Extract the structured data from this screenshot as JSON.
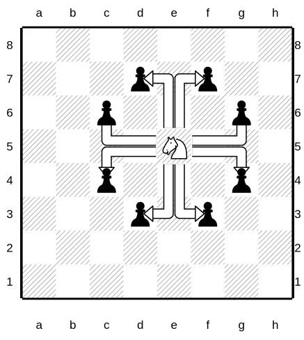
{
  "board": {
    "files": [
      "a",
      "b",
      "c",
      "d",
      "e",
      "f",
      "g",
      "h"
    ],
    "ranks": [
      "8",
      "7",
      "6",
      "5",
      "4",
      "3",
      "2",
      "1"
    ],
    "light_color": "#ffffff",
    "dark_hatch_color": "#8a8a8a",
    "border_color": "#000000"
  },
  "pieces": [
    {
      "square": "e5",
      "type": "knight",
      "color": "white",
      "icon": "white-knight-icon"
    },
    {
      "square": "d7",
      "type": "pawn",
      "color": "black",
      "icon": "black-pawn-icon"
    },
    {
      "square": "f7",
      "type": "pawn",
      "color": "black",
      "icon": "black-pawn-icon"
    },
    {
      "square": "c6",
      "type": "pawn",
      "color": "black",
      "icon": "black-pawn-icon"
    },
    {
      "square": "g6",
      "type": "pawn",
      "color": "black",
      "icon": "black-pawn-icon"
    },
    {
      "square": "c4",
      "type": "pawn",
      "color": "black",
      "icon": "black-pawn-icon"
    },
    {
      "square": "g4",
      "type": "pawn",
      "color": "black",
      "icon": "black-pawn-icon"
    },
    {
      "square": "d3",
      "type": "pawn",
      "color": "black",
      "icon": "black-pawn-icon"
    },
    {
      "square": "f3",
      "type": "pawn",
      "color": "black",
      "icon": "black-pawn-icon"
    }
  ],
  "arrows": [
    {
      "from": "e5",
      "to": "d7",
      "icon": "move-arrow-icon"
    },
    {
      "from": "e5",
      "to": "f7",
      "icon": "move-arrow-icon"
    },
    {
      "from": "e5",
      "to": "c6",
      "icon": "move-arrow-icon"
    },
    {
      "from": "e5",
      "to": "g6",
      "icon": "move-arrow-icon"
    },
    {
      "from": "e5",
      "to": "c4",
      "icon": "move-arrow-icon"
    },
    {
      "from": "e5",
      "to": "g4",
      "icon": "move-arrow-icon"
    },
    {
      "from": "e5",
      "to": "d3",
      "icon": "move-arrow-icon"
    },
    {
      "from": "e5",
      "to": "f3",
      "icon": "move-arrow-icon"
    }
  ]
}
